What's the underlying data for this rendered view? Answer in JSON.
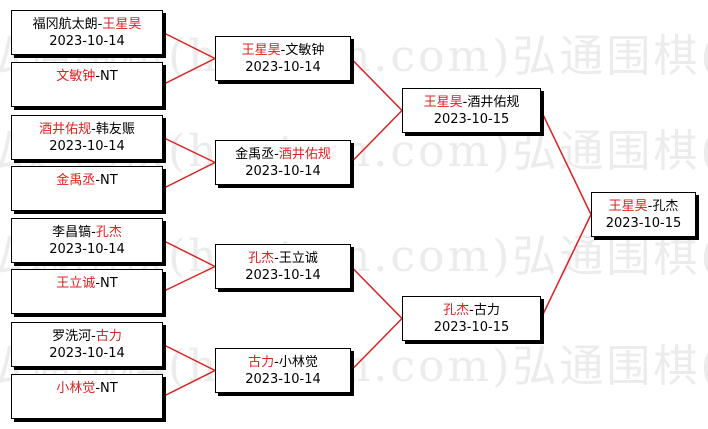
{
  "watermark": [
    "弘通围棋(hootom.com)弘通围棋(hootom.com)",
    "弘通围棋(hootom.com)弘通围棋(hootom.com)",
    "弘通围棋(hootom.com)弘通围棋(hootom.com)",
    "弘通围棋(hootom.com)弘通围棋(hootom.com)"
  ],
  "colors": {
    "winner": "#e02020",
    "connector": "#e02020"
  },
  "round1": [
    {
      "p1": "福冈航太朗",
      "sep": "-",
      "p2": "王星昊",
      "date": "2023-10-14",
      "winner": 2
    },
    {
      "p1": "文敏钟",
      "sep": "-",
      "p2": "NT",
      "date": "",
      "winner": 1
    },
    {
      "p1": "酒井佑规",
      "sep": "-",
      "p2": "韩友赈",
      "date": "2023-10-14",
      "winner": 1
    },
    {
      "p1": "金禹丞",
      "sep": "-",
      "p2": "NT",
      "date": "",
      "winner": 1
    },
    {
      "p1": "李昌镐",
      "sep": "-",
      "p2": "孔杰",
      "date": "2023-10-14",
      "winner": 2
    },
    {
      "p1": "王立诚",
      "sep": "-",
      "p2": "NT",
      "date": "",
      "winner": 1
    },
    {
      "p1": "罗洗河",
      "sep": "-",
      "p2": "古力",
      "date": "2023-10-14",
      "winner": 2
    },
    {
      "p1": "小林觉",
      "sep": "-",
      "p2": "NT",
      "date": "",
      "winner": 1
    }
  ],
  "round2": [
    {
      "p1": "王星昊",
      "sep": "-",
      "p2": "文敏钟",
      "date": "2023-10-14",
      "winner": 1
    },
    {
      "p1": "金禹丞",
      "sep": "-",
      "p2": "酒井佑规",
      "date": "2023-10-14",
      "winner": 2
    },
    {
      "p1": "孔杰",
      "sep": "-",
      "p2": "王立诚",
      "date": "2023-10-14",
      "winner": 1
    },
    {
      "p1": "古力",
      "sep": "-",
      "p2": "小林觉",
      "date": "2023-10-14",
      "winner": 1
    }
  ],
  "round3": [
    {
      "p1": "王星昊",
      "sep": "-",
      "p2": "酒井佑规",
      "date": "2023-10-15",
      "winner": 1
    },
    {
      "p1": "孔杰",
      "sep": "-",
      "p2": "古力",
      "date": "2023-10-15",
      "winner": 1
    }
  ],
  "final": [
    {
      "p1": "王星昊",
      "sep": "-",
      "p2": "孔杰",
      "date": "2023-10-15",
      "winner": 1
    }
  ]
}
